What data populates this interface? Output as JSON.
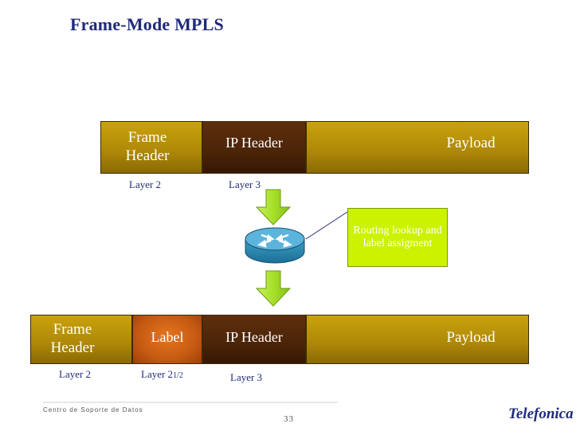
{
  "title": "Frame-Mode MPLS",
  "top_frame": {
    "frame_header": "Frame Header",
    "ip_header": "IP Header",
    "payload": "Payload",
    "layer2": "Layer 2",
    "layer3": "Layer 3"
  },
  "router_note": "Routing lookup and label assigment",
  "bottom_frame": {
    "frame_header": "Frame Header",
    "label": "Label",
    "ip_header": "IP Header",
    "payload": "Payload",
    "layer2": "Layer 2",
    "layer2half_main": "Layer 2",
    "layer2half_sub": "1/2",
    "layer3": "Layer 3"
  },
  "footer": {
    "left": "Centro de Soporte de Datos",
    "page": "33",
    "logo": "Telefonica"
  },
  "colors": {
    "title": "#1f2a7a",
    "gold": "#b08a08",
    "brown": "#4b2408",
    "orange": "#c65a12",
    "green_note": "#ccf200",
    "arrow": "#a6e02a",
    "router": "#3c9fc9"
  },
  "icons": {
    "router": "router-icon",
    "arrow": "down-arrow-icon"
  }
}
